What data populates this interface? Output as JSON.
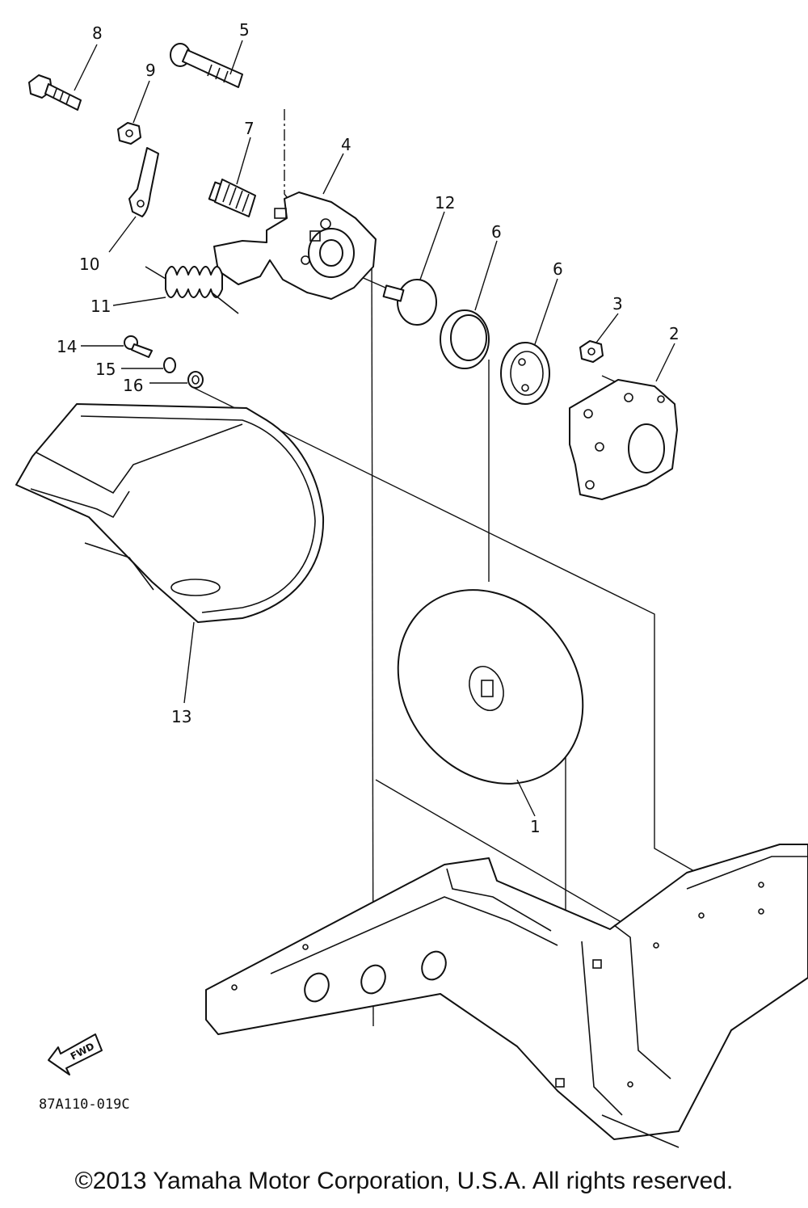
{
  "diagram": {
    "callouts": [
      {
        "id": "1",
        "label": "1"
      },
      {
        "id": "2",
        "label": "2"
      },
      {
        "id": "3",
        "label": "3"
      },
      {
        "id": "4",
        "label": "4"
      },
      {
        "id": "5",
        "label": "5"
      },
      {
        "id": "6a",
        "label": "6"
      },
      {
        "id": "6b",
        "label": "6"
      },
      {
        "id": "7",
        "label": "7"
      },
      {
        "id": "8",
        "label": "8"
      },
      {
        "id": "9",
        "label": "9"
      },
      {
        "id": "10",
        "label": "10"
      },
      {
        "id": "11",
        "label": "11"
      },
      {
        "id": "12",
        "label": "12"
      },
      {
        "id": "13",
        "label": "13"
      },
      {
        "id": "14",
        "label": "14"
      },
      {
        "id": "15",
        "label": "15"
      },
      {
        "id": "16",
        "label": "16"
      }
    ],
    "fwd_label": "FWD",
    "drawing_code": "87A110-019C",
    "colors": {
      "ink": "#111111",
      "background": "#ffffff"
    }
  },
  "footer": {
    "copyright": "©2013 Yamaha Motor Corporation, U.S.A. All rights reserved."
  }
}
